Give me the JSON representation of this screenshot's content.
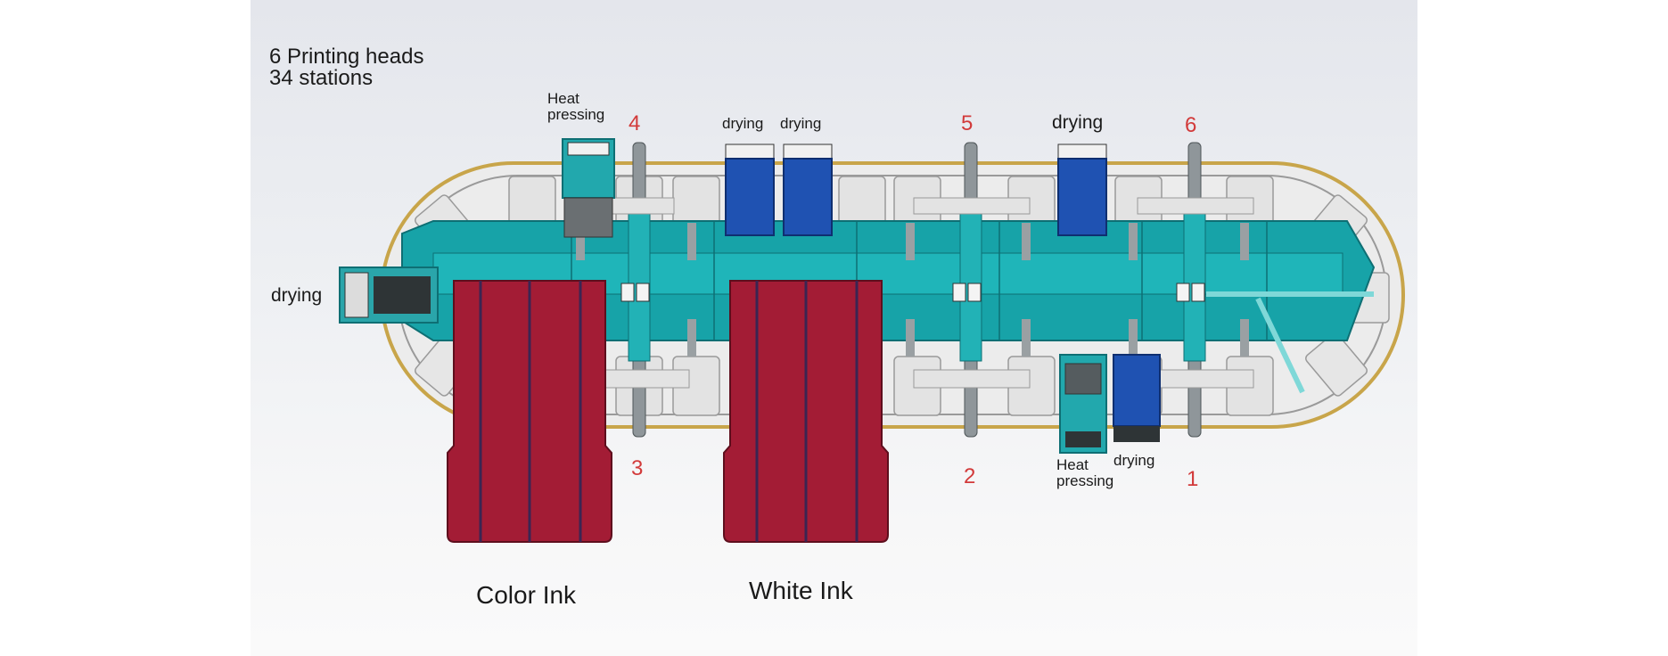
{
  "header": {
    "line1": "6 Printing heads",
    "line2": "34 stations"
  },
  "labels": {
    "heat_pressing_top": [
      "Heat",
      "pressing"
    ],
    "drying_top_a": "drying",
    "drying_top_b": "drying",
    "drying_top_c": "drying",
    "drying_left": "drying",
    "heat_pressing_bottom": [
      "Heat",
      "pressing"
    ],
    "drying_bottom": "drying",
    "color_ink": "Color Ink",
    "white_ink": "White Ink"
  },
  "heads": {
    "h1": "1",
    "h2": "2",
    "h3": "3",
    "h4": "4",
    "h5": "5",
    "h6": "6"
  },
  "colors": {
    "teal": "#17a3a8",
    "ink_red": "#a31c35",
    "dryer_blue": "#1f52b2",
    "label_red": "#d23a3a"
  }
}
